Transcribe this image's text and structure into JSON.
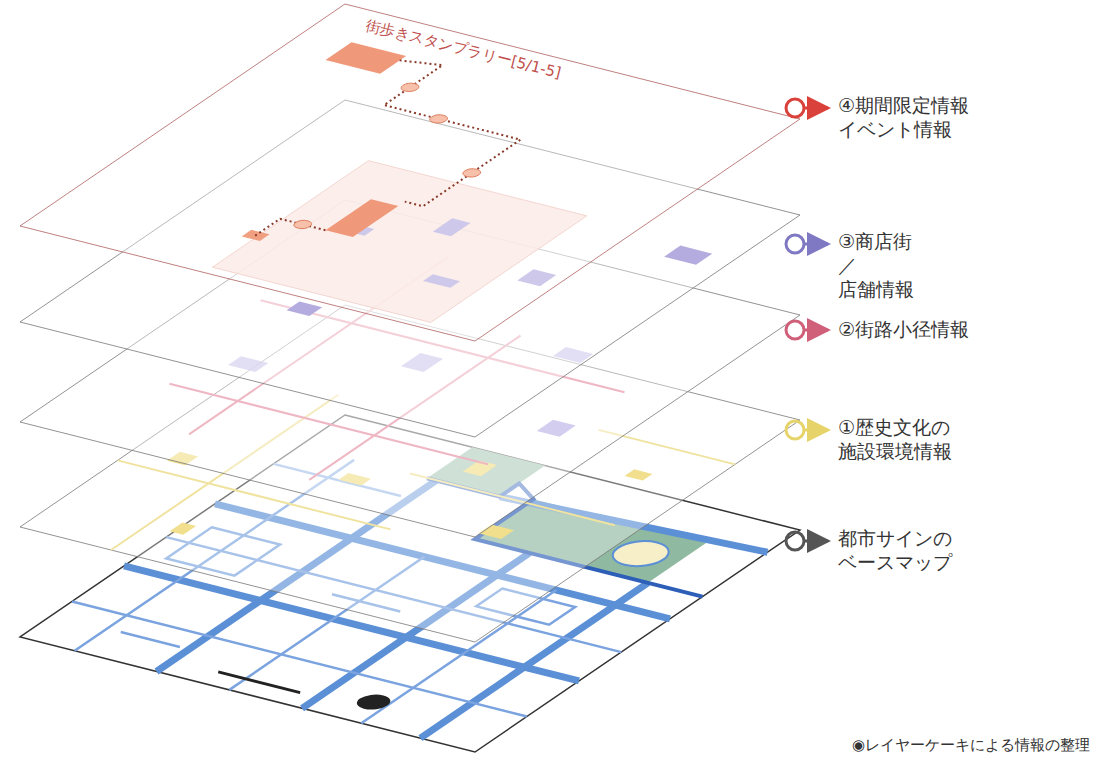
{
  "diagram": {
    "caption": "◉レイヤーケーキによる情報の整理",
    "labels": [
      "街歩きスタンプラリー[5/1-5]",
      "④期間限定情報 イベント情報",
      "③商店街 ／店舗情報",
      "②街路小径情報",
      "①歴史文化の 施設環境情報",
      "都市サインの ベースマップ"
    ]
  }
}
